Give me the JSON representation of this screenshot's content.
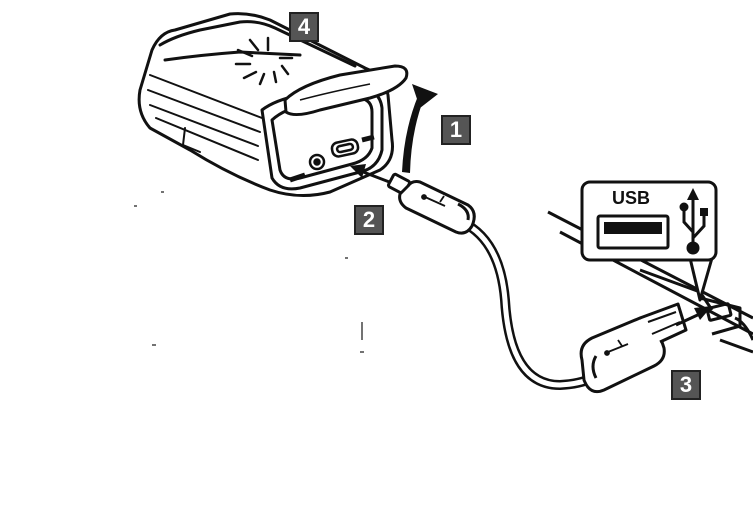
{
  "steps": {
    "one": "1",
    "two": "2",
    "three": "3",
    "four": "4"
  },
  "usb_callout": {
    "label": "USB",
    "icon": "usb-trident-icon"
  },
  "colors": {
    "line": "#111111",
    "badge_fill": "#555555",
    "background": "#ffffff"
  }
}
